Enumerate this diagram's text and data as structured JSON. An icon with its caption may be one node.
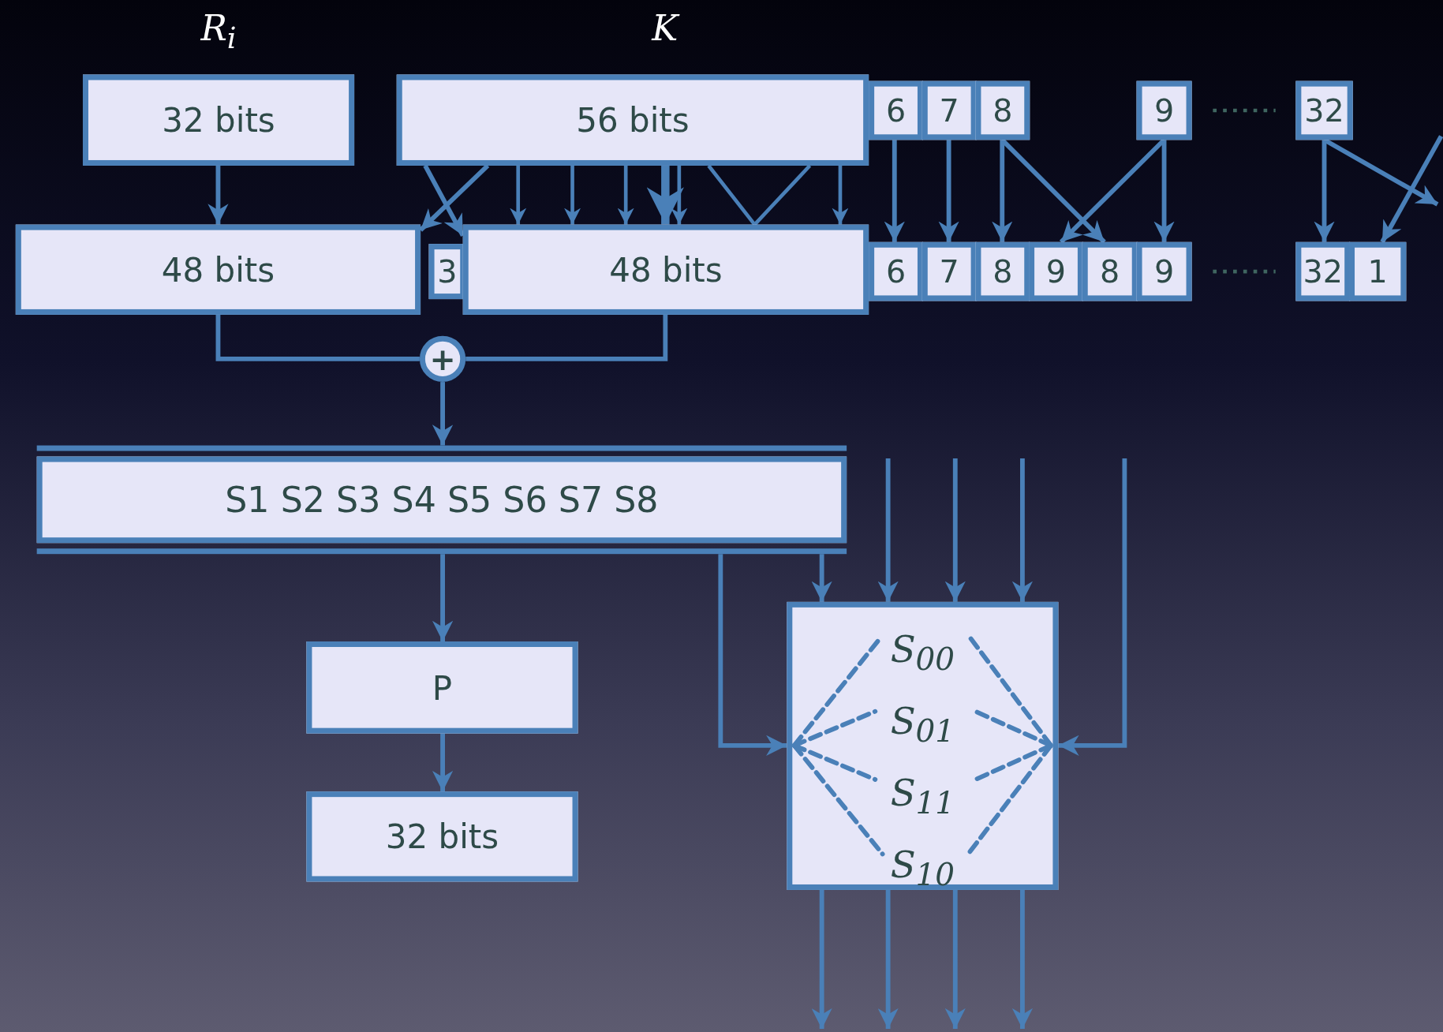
{
  "diagram": {
    "nodes": [
      {
        "text": [
          "32 bits"
        ],
        "beside": [
          "R$_{i}$"
        ]
      },
      {
        "text": [
          "56 bits"
        ],
        "beside": [
          "K"
        ]
      },
      {
        "text": [
          "48 bits"
        ]
      },
      {
        "text": [
          "3"
        ]
      },
      {
        "text": [
          "48 bits"
        ]
      },
      {
        "text": [
          "6"
        ]
      },
      {
        "text": [
          "7"
        ]
      },
      {
        "text": [
          "8"
        ]
      },
      {
        "text": [
          "9"
        ]
      },
      {
        "text": [
          "32"
        ]
      },
      {
        "text": [
          "6"
        ]
      },
      {
        "text": [
          "7"
        ]
      },
      {
        "text": [
          "8"
        ]
      },
      {
        "text": [
          "9"
        ]
      },
      {
        "text": [
          "8"
        ]
      },
      {
        "text": [
          "9"
        ]
      },
      {
        "text": [
          "32"
        ]
      },
      {
        "text": [
          "1"
        ]
      },
      {
        "text": [
          "+"
        ]
      },
      {
        "text": [
          "S1 S2 S3 S4 S5 S6 S7 S8"
        ]
      },
      {
        "text": [
          "P"
        ]
      },
      {
        "text": [
          "32 bits"
        ]
      },
      {
        "text": [
          "S$_{00}$",
          "S$_{01}$",
          "S$_{11}$",
          "S$_{10}$"
        ]
      }
    ],
    "edges": [
      {
        "from": 0,
        "to": 2,
        "arrow": "to"
      },
      {
        "from": 1,
        "to": 2,
        "arrow": "to"
      },
      {
        "from": 1,
        "to": 4,
        "arrow": "to"
      },
      {
        "from": 1,
        "to": 4,
        "arrow": "to"
      },
      {
        "from": 1,
        "to": 4,
        "arrow": "to"
      },
      {
        "from": 1,
        "to": 4,
        "arrow": "to"
      },
      {
        "from": 1,
        "to": 4,
        "arrow": "to",
        "style": "thick"
      },
      {
        "from": 1,
        "to": 4,
        "arrow": "to"
      },
      {
        "from": 1,
        "to": 4,
        "arrow": "none"
      },
      {
        "from": 1,
        "to": 4,
        "arrow": "none"
      },
      {
        "from": 1,
        "to": 4,
        "arrow": "to"
      },
      {
        "from": 2,
        "to": 18,
        "arrow": "none"
      },
      {
        "from": 4,
        "to": 18,
        "arrow": "none"
      },
      {
        "from": 18,
        "to": 19,
        "arrow": "to"
      },
      {
        "from": 19,
        "to": 20,
        "arrow": "to"
      },
      {
        "from": 20,
        "to": 21,
        "arrow": "to"
      },
      {
        "from": 5,
        "to": 10,
        "arrow": "to"
      },
      {
        "from": 6,
        "to": 11,
        "arrow": "to"
      },
      {
        "from": 7,
        "to": 12,
        "arrow": "to"
      },
      {
        "from": 7,
        "to": 14,
        "arrow": "to"
      },
      {
        "from": 8,
        "to": 13,
        "arrow": "to"
      },
      {
        "from": 8,
        "to": 15,
        "arrow": "to"
      },
      {
        "from": 9,
        "to": 16,
        "arrow": "to"
      },
      {
        "from": 9,
        "to": null,
        "arrow": "to"
      },
      {
        "from": null,
        "to": 17,
        "arrow": "to"
      },
      {
        "from": 19,
        "to": 22,
        "arrow": "to"
      },
      {
        "from": 19,
        "to": 22,
        "arrow": "to"
      },
      {
        "from": null,
        "to": 22,
        "arrow": "to"
      },
      {
        "from": null,
        "to": 22,
        "arrow": "to"
      },
      {
        "from": null,
        "to": 22,
        "arrow": "to"
      },
      {
        "from": null,
        "to": 22,
        "arrow": "to"
      },
      {
        "from": 22,
        "to": null,
        "arrow": "to"
      },
      {
        "from": 22,
        "to": null,
        "arrow": "to"
      },
      {
        "from": 22,
        "to": null,
        "arrow": "to"
      },
      {
        "from": 22,
        "to": null,
        "arrow": "to"
      }
    ]
  }
}
